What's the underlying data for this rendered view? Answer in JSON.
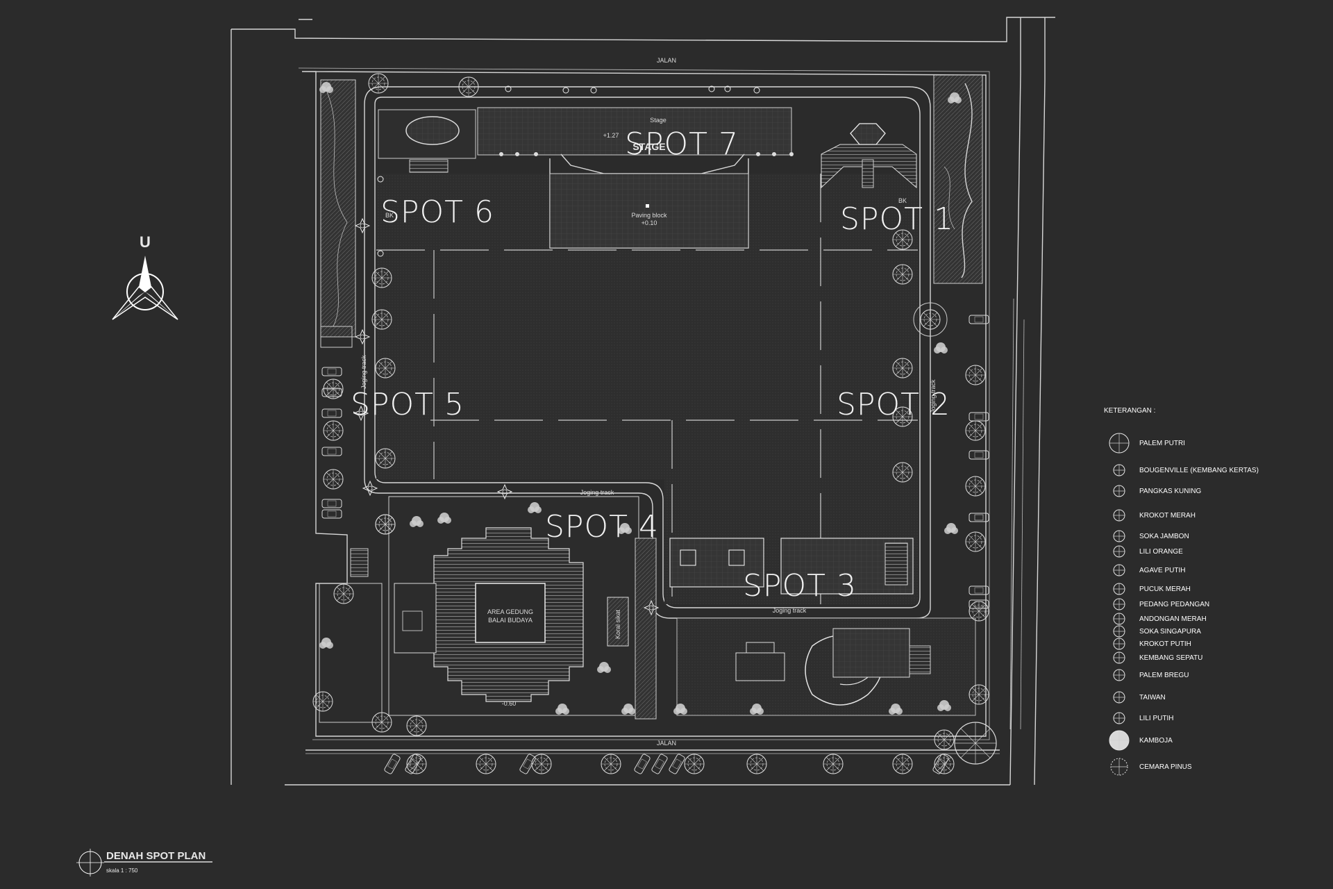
{
  "north": {
    "letter": "U"
  },
  "spots": {
    "spot1": "SPOT 1",
    "spot2": "SPOT 2",
    "spot3": "SPOT 3",
    "spot4": "SPOT 4",
    "spot5": "SPOT 5",
    "spot6": "SPOT 6",
    "spot7": "SPOT 7"
  },
  "labels": {
    "stage_small": "Stage",
    "stage": "STAGE",
    "stage_level": "+1.27",
    "paving": "Paving block",
    "paving_level": "+0.10",
    "jogging_top": "Joging track",
    "jogging_left": "Joging track",
    "jogging_right": "Joging track",
    "jogging_bottom": "Joging track",
    "balai_line1": "AREA GEDUNG",
    "balai_line2": "BALAI BUDAYA",
    "koral": "Koral sikat",
    "level_balai": "-0.60",
    "jalan_top": "JALAN",
    "jalan_bottom": "JALAN",
    "bk_left": "BK",
    "bk_right": "BK"
  },
  "title": {
    "main": "DENAH SPOT PLAN",
    "scale": "skala 1 : 750"
  },
  "legend": {
    "heading": "KETERANGAN :",
    "items": [
      "PALEM PUTRI",
      "BOUGENVILLE (KEMBANG KERTAS)",
      "PANGKAS KUNING",
      "KROKOT MERAH",
      "SOKA JAMBON",
      "LILI ORANGE",
      "AGAVE PUTIH",
      "PUCUK MERAH",
      "PEDANG PEDANGAN",
      "ANDONGAN MERAH",
      "SOKA SINGAPURA",
      "KROKOT PUTIH",
      "KEMBANG SEPATU",
      "PALEM BREGU",
      "TAIWAN",
      "LILI PUTIH",
      "KAMBOJA",
      "CEMARA PINUS"
    ]
  },
  "colors": {
    "background": "#2b2b2b",
    "linework": "#d8d8d8",
    "hatch": "#3a3a3a"
  }
}
